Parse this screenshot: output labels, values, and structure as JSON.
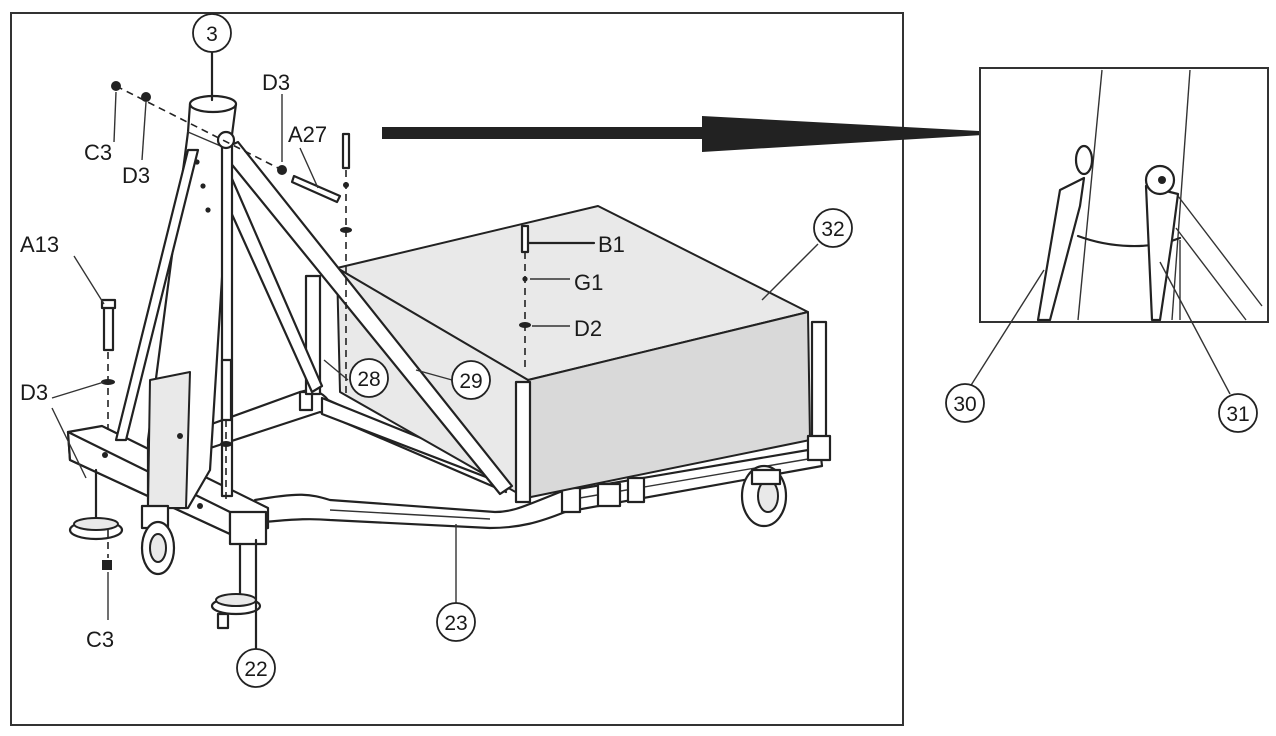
{
  "frame_colors": {
    "line": "#222222",
    "background": "#ffffff",
    "panel_fill": "#e9e9e9"
  },
  "callouts": {
    "c3": "3",
    "c22": "22",
    "c23": "23",
    "c28": "28",
    "c29": "29",
    "c30": "30",
    "c31": "31",
    "c32": "32"
  },
  "part_labels": {
    "c3_top": "C3",
    "d3_top_left": "D3",
    "d3_top_right": "D3",
    "a27": "A27",
    "a13": "A13",
    "d3_left": "D3",
    "c3_bottom": "C3",
    "b1": "B1",
    "g1": "G1",
    "d2": "D2"
  }
}
